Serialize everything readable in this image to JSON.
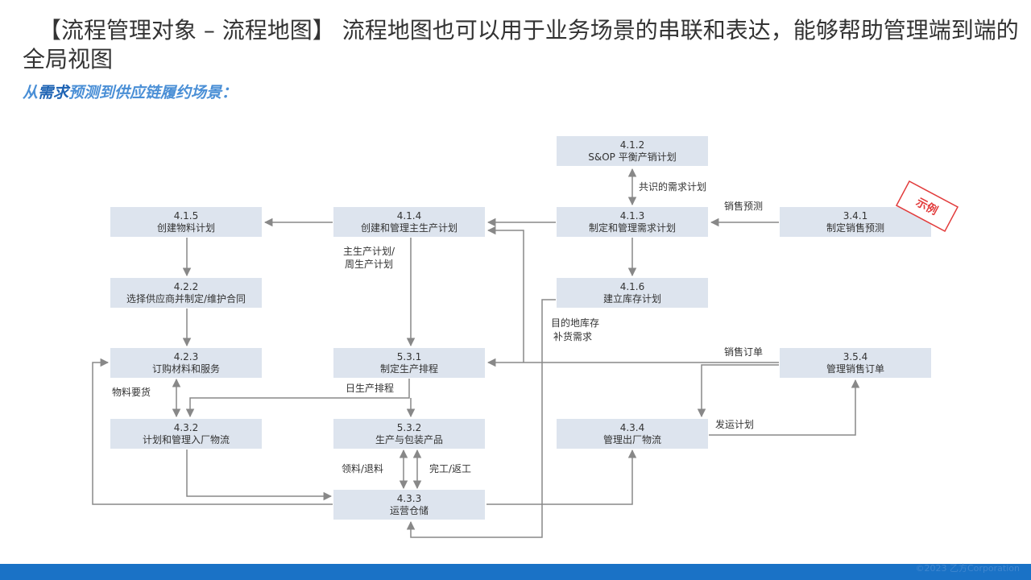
{
  "header": {
    "title": "【流程管理对象 – 流程地图】 流程地图也可以用于业务场景的串联和表达，能够帮助管理端到端的全局视图",
    "subtitle_prefix": "从",
    "subtitle_emphasis": "需求",
    "subtitle_suffix": "预测到供应链履约场景："
  },
  "stamp": {
    "label": "示例",
    "color": "#e23b3b"
  },
  "nodes": {
    "n412": {
      "id": "4.1.2",
      "label": "S&OP 平衡产销计划"
    },
    "n415": {
      "id": "4.1.5",
      "label": "创建物料计划"
    },
    "n414": {
      "id": "4.1.4",
      "label": "创建和管理主生产计划"
    },
    "n413": {
      "id": "4.1.3",
      "label": "制定和管理需求计划"
    },
    "n341": {
      "id": "3.4.1",
      "label": "制定销售预测"
    },
    "n422": {
      "id": "4.2.2",
      "label": "选择供应商并制定/维护合同"
    },
    "n416": {
      "id": "4.1.6",
      "label": "建立库存计划"
    },
    "n423": {
      "id": "4.2.3",
      "label": "订购材料和服务"
    },
    "n531": {
      "id": "5.3.1",
      "label": "制定生产排程"
    },
    "n354": {
      "id": "3.5.4",
      "label": "管理销售订单"
    },
    "n432": {
      "id": "4.3.2",
      "label": "计划和管理入厂物流"
    },
    "n532": {
      "id": "5.3.2",
      "label": "生产与包装产品"
    },
    "n434": {
      "id": "4.3.4",
      "label": "管理出厂物流"
    },
    "n433": {
      "id": "4.3.3",
      "label": "运营仓储"
    }
  },
  "edge_labels": {
    "consensus": "共识的需求计划",
    "sales_forecast": "销售预测",
    "mps_1": "主生产计划/",
    "mps_2": "周生产计划",
    "target_inv_1": "目的地库存",
    "target_inv_2": "补货需求",
    "sales_order": "销售订单",
    "material_req": "物料要货",
    "daily_schedule": "日生产排程",
    "ship_plan": "发运计划",
    "pick_return": "领料/退料",
    "complete_return": "完工/返工"
  },
  "colors": {
    "node_fill": "#dde4ee",
    "edge": "#888888",
    "accent": "#1f64b4",
    "footer": "#1a72c6"
  },
  "footer": {
    "copyright": "©2023 乙方Corporation"
  }
}
